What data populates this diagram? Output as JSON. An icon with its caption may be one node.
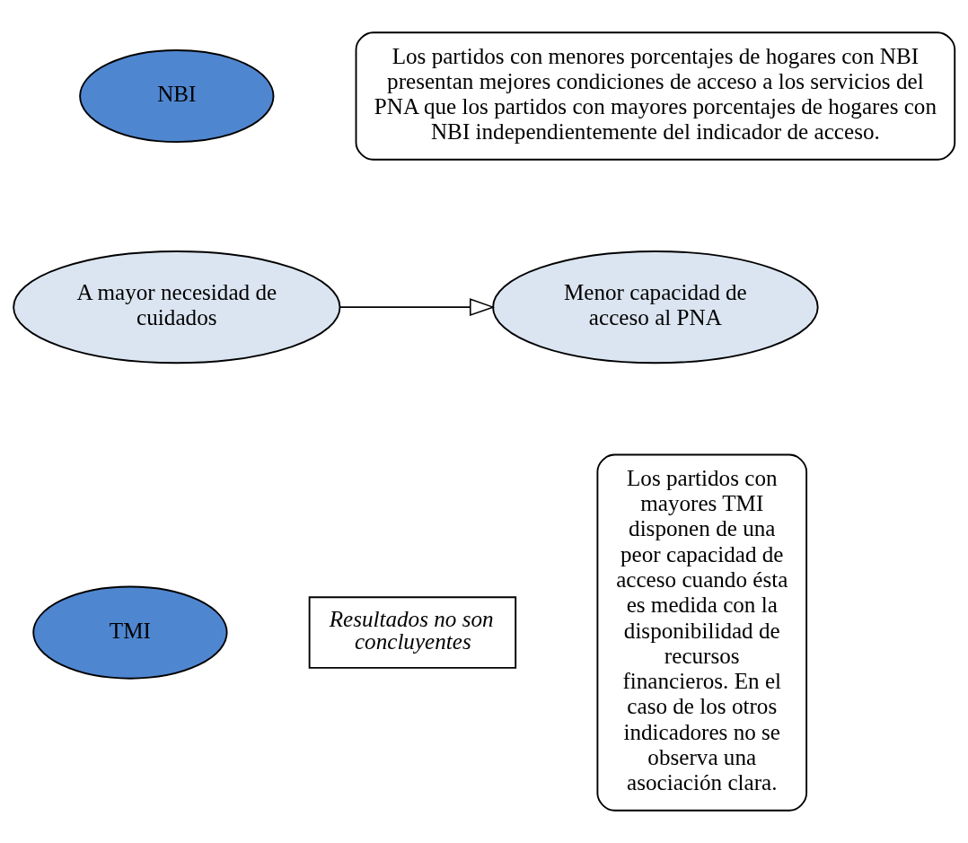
{
  "diagram": {
    "nodes": [
      {
        "text": [
          "NBI"
        ]
      },
      {
        "text": [
          "Los partidos con menores porcentajes de hogares con NBI presentan mejores condiciones de acceso a los servicios del PNA que los partidos con mayores porcentajes de hogares con NBI independientemente del indicador de acceso."
        ]
      },
      {
        "text": [
          "A mayor necesidad de cuidados"
        ]
      },
      {
        "text": [
          "Menor capacidad de acceso al PNA"
        ]
      },
      {
        "text": [
          "TMI"
        ]
      },
      {
        "text": [
          "Resultados no son concluyentes"
        ]
      },
      {
        "text": [
          "Los partidos con mayores TMI disponen de una peor capacidad de acceso cuando ésta es medida con la disponibilidad de recursos financieros. En el caso de los otros indicadores no se observa una asociación clara."
        ]
      }
    ],
    "edges": [
      {
        "from": 2,
        "to": 3,
        "arrow": "to"
      }
    ]
  }
}
